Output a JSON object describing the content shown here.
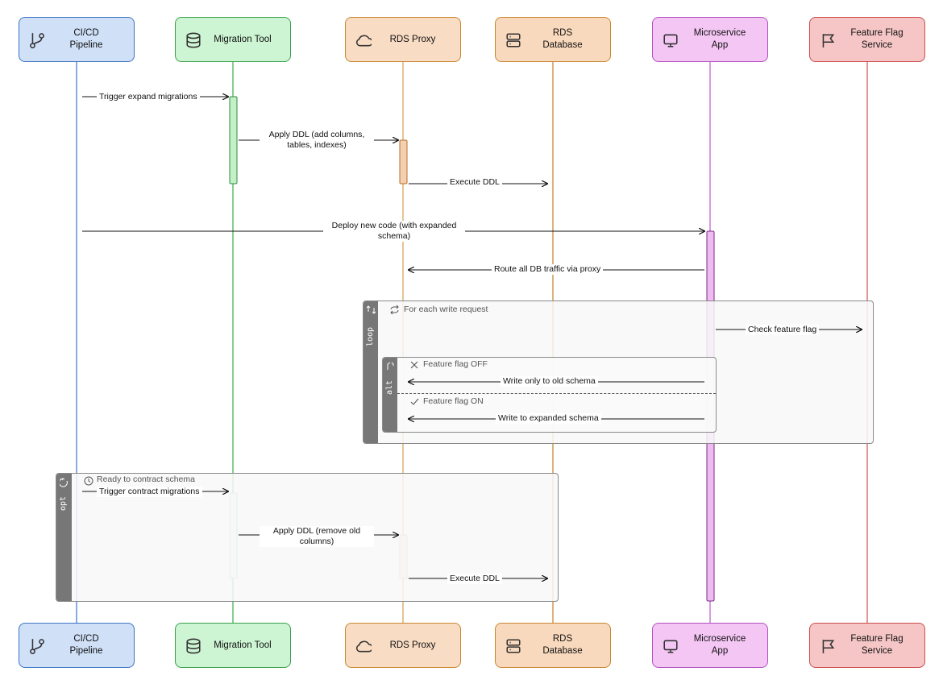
{
  "participants": [
    {
      "id": "cicd",
      "lines": [
        "CI/CD",
        "Pipeline"
      ],
      "icon": "git-branch-icon",
      "fill": "#cfe0f7",
      "stroke": "#3b73c4",
      "life": "#4a7fd0"
    },
    {
      "id": "migration",
      "lines": [
        "Migration Tool"
      ],
      "icon": "database-icon",
      "fill": "#cdf5d3",
      "stroke": "#3a9f4d",
      "life": "#44b05a"
    },
    {
      "id": "proxy",
      "lines": [
        "RDS Proxy"
      ],
      "icon": "cloud-icon",
      "fill": "#f9dcc4",
      "stroke": "#c9852f",
      "life": "#d9a35b"
    },
    {
      "id": "rds",
      "lines": [
        "RDS",
        "Database"
      ],
      "icon": "server-icon",
      "fill": "#f9d9bd",
      "stroke": "#c9852f",
      "life": "#c98a35"
    },
    {
      "id": "app",
      "lines": [
        "Microservice",
        "App"
      ],
      "icon": "monitor-icon",
      "fill": "#f4c6f4",
      "stroke": "#b24fc0",
      "life": "#c066cf"
    },
    {
      "id": "flag",
      "lines": [
        "Feature Flag",
        "Service"
      ],
      "icon": "flag-icon",
      "fill": "#f6c6c6",
      "stroke": "#cc4b4b",
      "life": "#d65c5c"
    }
  ],
  "messages": [
    {
      "id": "m1",
      "text": "Trigger expand migrations"
    },
    {
      "id": "m2",
      "text": "Apply DDL (add columns, tables, indexes)"
    },
    {
      "id": "m3",
      "text": "Execute DDL"
    },
    {
      "id": "m4",
      "text": "Deploy new code (with expanded schema)"
    },
    {
      "id": "m5",
      "text": "Route all DB traffic via proxy"
    },
    {
      "id": "m6",
      "text": "Check feature flag"
    },
    {
      "id": "m7",
      "text": "Write only to old schema"
    },
    {
      "id": "m8",
      "text": "Write to expanded schema"
    },
    {
      "id": "m9",
      "text": "Trigger contract migrations"
    },
    {
      "id": "m10",
      "text": "Apply DDL (remove old columns)"
    },
    {
      "id": "m11",
      "text": "Execute DDL"
    }
  ],
  "frames": {
    "loop": {
      "tag": "loop",
      "title": "For each write request"
    },
    "alt": {
      "tag": "alt",
      "cond1": "Feature flag OFF",
      "cond2": "Feature flag ON"
    },
    "opt": {
      "tag": "opt",
      "title": "Ready to contract schema"
    }
  }
}
